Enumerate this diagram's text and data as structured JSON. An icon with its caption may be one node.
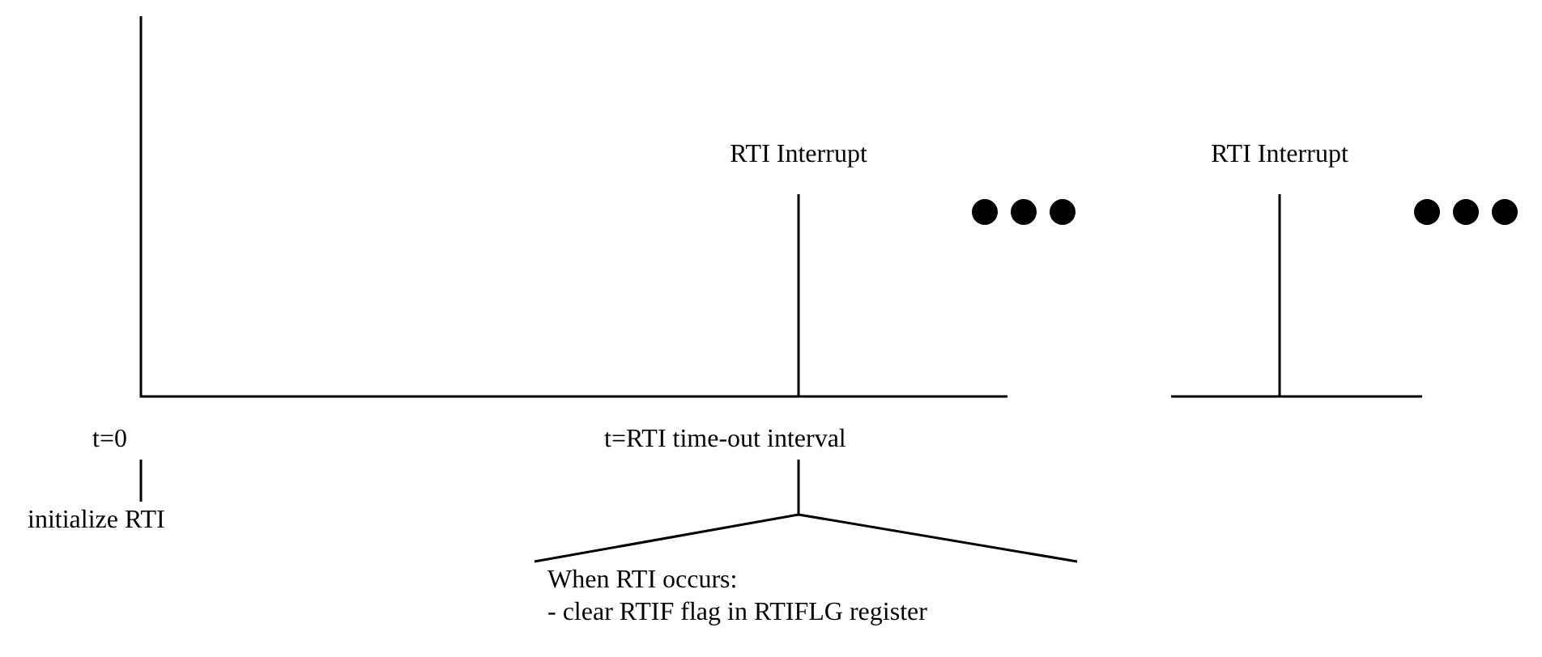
{
  "diagram": {
    "nodes": [
      {
        "text": [
          "RTI Interrupt"
        ]
      },
      {
        "text": [
          "RTI Interrupt"
        ]
      },
      {
        "text": [
          "t=0"
        ]
      },
      {
        "text": [
          "initialize RTI"
        ]
      },
      {
        "text": [
          "t=RTI time-out interval"
        ]
      },
      {
        "text": [
          "When RTI occurs:",
          "- clear RTIF flag in RTIFLG register"
        ]
      }
    ],
    "edges": [
      {
        "from": 2,
        "to": 3,
        "arrow": "none"
      },
      {
        "from": 4,
        "to": 5,
        "arrow": "none"
      }
    ]
  }
}
